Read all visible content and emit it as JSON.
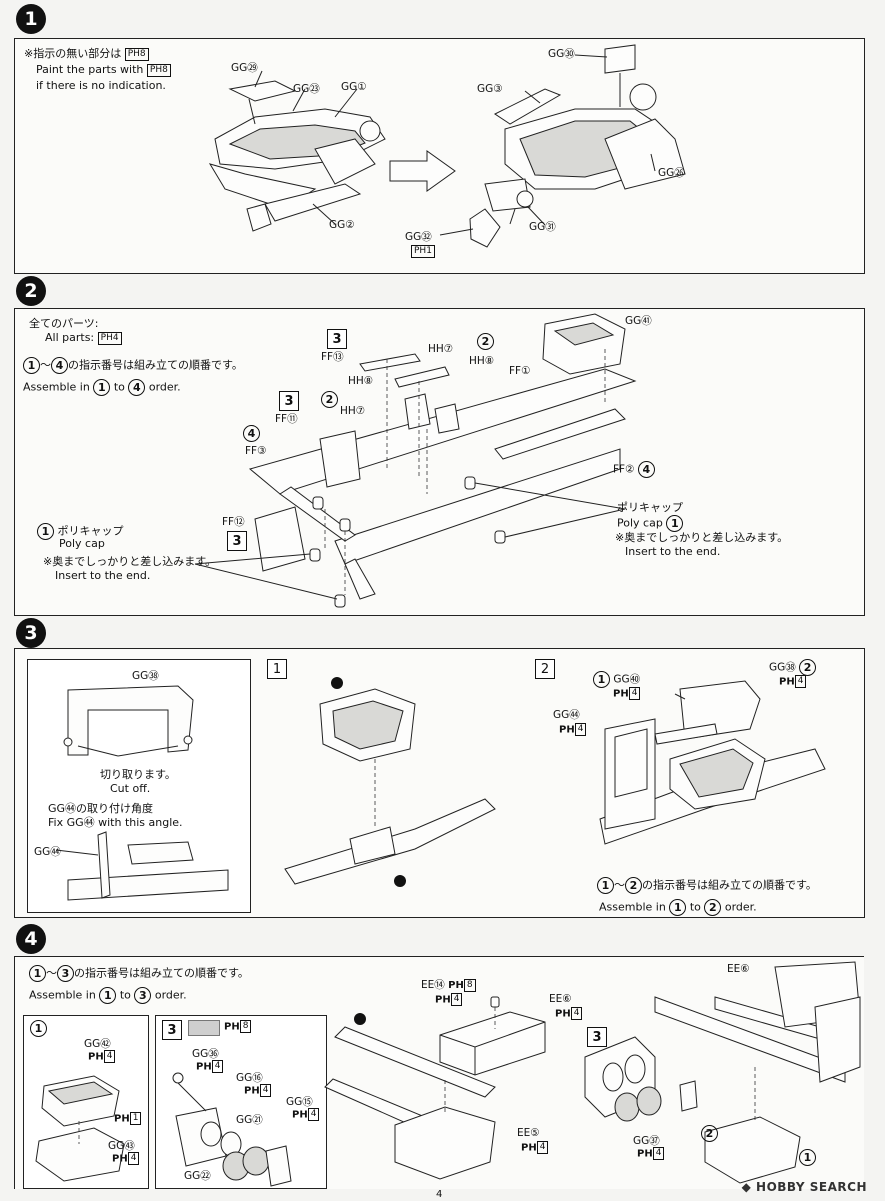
{
  "steps": [
    "1",
    "2",
    "3",
    "4"
  ],
  "step1": {
    "note_jp": "※指示の無い部分は",
    "note_code": "PH8",
    "note_en1": "Paint the parts with",
    "note_en2": "if there is no indication.",
    "labels": [
      "GG㉙",
      "GG㉓",
      "GG①",
      "GG②",
      "GG㉚",
      "GG③",
      "GG㉖",
      "GG㉛",
      "GG㉜"
    ],
    "ph1": "PH1",
    "ph8": "PH8"
  },
  "step2": {
    "all_parts_jp": "全てのパーツ:",
    "all_parts_en": "All parts:",
    "all_parts_code": "PH4",
    "order_jp": "の指示番号は組み立ての順番です。",
    "order_en": "Assemble in",
    "order_to": "to",
    "order_end": "order.",
    "labels": [
      "FF⑬",
      "HH⑦",
      "HH⑧",
      "HH⑧",
      "HH⑦",
      "FF⑪",
      "FF①",
      "FF③",
      "FF②",
      "FF⑫",
      "GG㊶"
    ],
    "polycap_jp": "ポリキャップ",
    "polycap_en": "Poly cap",
    "insert_jp": "※奥までしっかりと差し込みます。",
    "insert_en": "Insert to the end."
  },
  "step3": {
    "left_labels": [
      "GG㊳",
      "GG㊹"
    ],
    "cutoff_jp": "切り取ります。",
    "cutoff_en": "Cut off.",
    "angle_jp": "GG㊹の取り付け角度",
    "angle_en": "Fix GG㊹ with this angle.",
    "sub1": "1",
    "sub2": "2",
    "labels2": [
      "GG㊵",
      "GG㊳",
      "GG㊹"
    ],
    "order_jp": "の指示番号は組み立ての順番です。",
    "order_en": "Assemble in",
    "order_to": "to",
    "order_end": "order."
  },
  "step4": {
    "order_jp": "の指示番号は組み立ての順番です。",
    "order_en": "Assemble in",
    "order_to": "to",
    "order_end": "order.",
    "box1_labels": [
      "GG㊷",
      "GG㊸"
    ],
    "box3_labels": [
      "GG㊱",
      "GG⑯",
      "GG㉑",
      "GG⑮",
      "GG㉒"
    ],
    "main_labels": [
      "EE⑭",
      "EE⑥",
      "EE⑤",
      "GG㊲",
      "EE⑥"
    ],
    "codes": [
      "PH1",
      "PH4",
      "PH8"
    ]
  },
  "footer": {
    "brand": "HOBBY SEARCH",
    "page": "4"
  }
}
